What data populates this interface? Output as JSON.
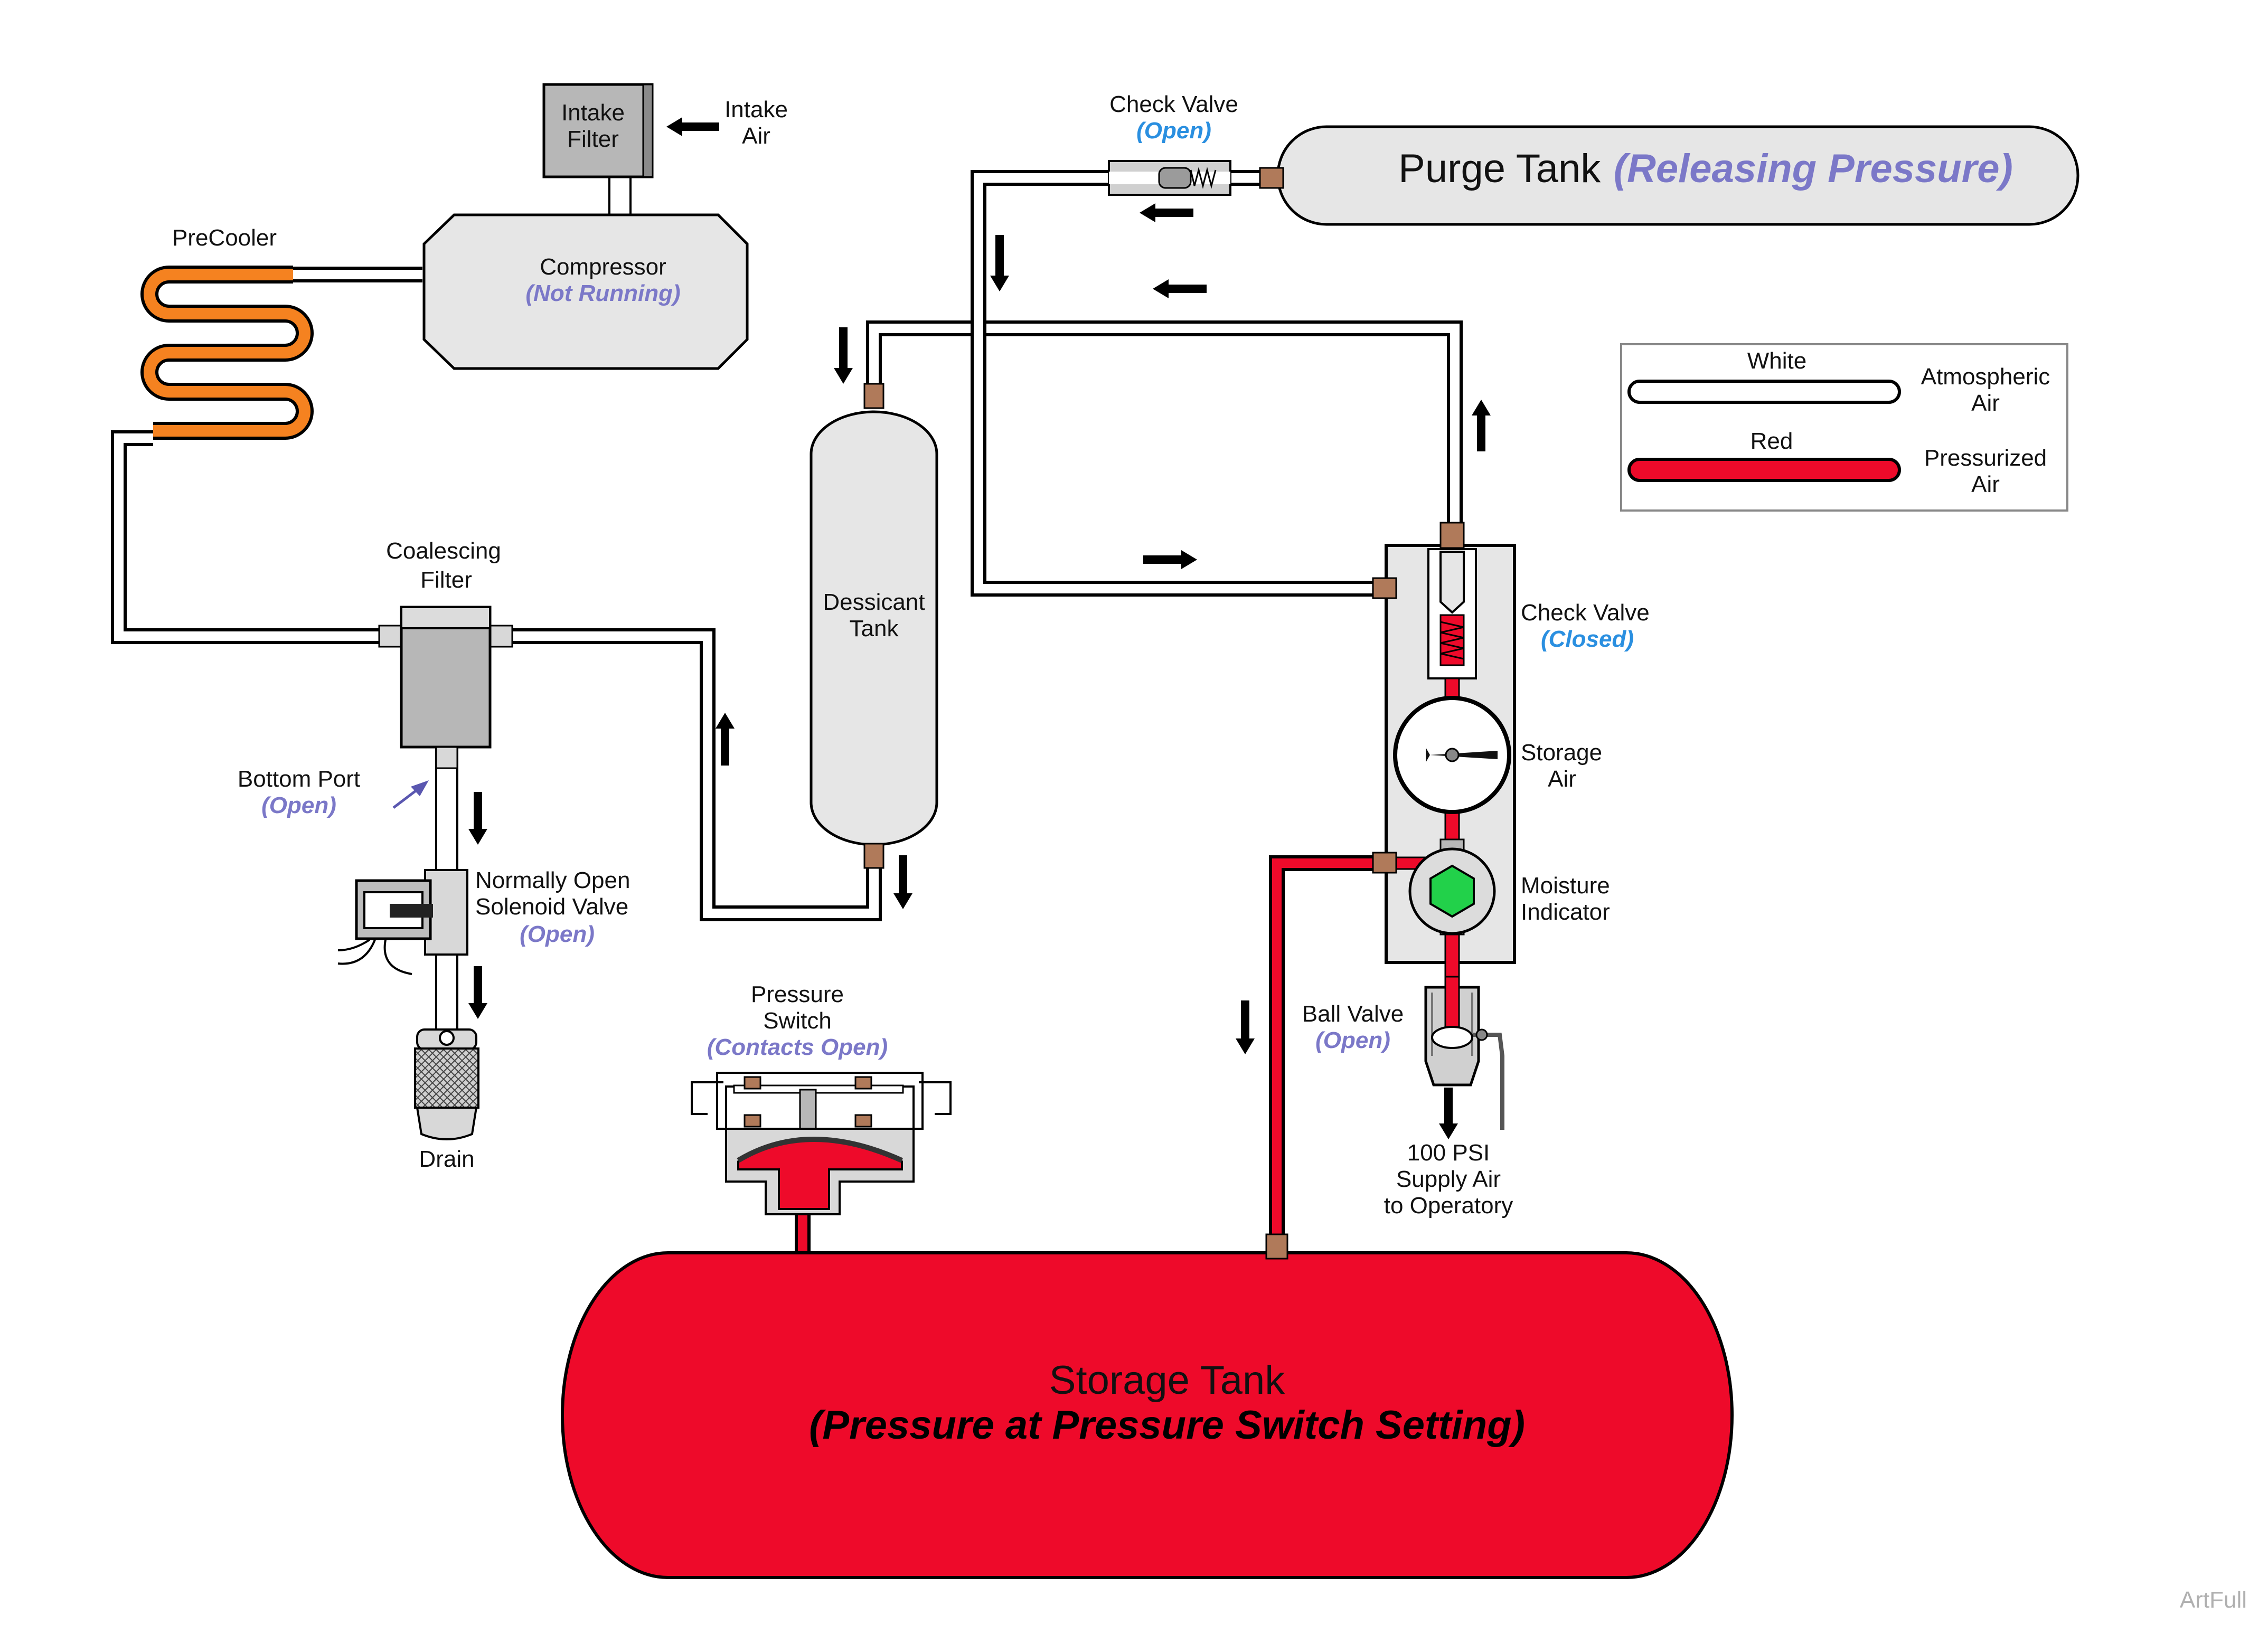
{
  "labels": {
    "intake_filter": [
      "Intake",
      "Filter"
    ],
    "intake_air": [
      "Intake",
      "Air"
    ],
    "compressor": "Compressor",
    "compressor_state": "(Not Running)",
    "precooler": "PreCooler",
    "check_valve_top": "Check Valve",
    "check_valve_top_state": "(Open)",
    "purge_tank": "Purge Tank",
    "purge_tank_state": "(Releasing Pressure)",
    "coalescing_filter": [
      "Coalescing",
      "Filter"
    ],
    "dessicant_tank": [
      "Dessicant",
      "Tank"
    ],
    "bottom_port": "Bottom Port",
    "bottom_port_state": "(Open)",
    "solenoid_valve": [
      "Normally Open",
      "Solenoid Valve"
    ],
    "solenoid_valve_state": "(Open)",
    "drain": "Drain",
    "pressure_switch": [
      "Pressure",
      "Switch"
    ],
    "pressure_switch_state": "(Contacts Open)",
    "check_valve_right": "Check Valve",
    "check_valve_right_state": "(Closed)",
    "storage_air": [
      "Storage",
      "Air"
    ],
    "moisture_indicator": [
      "Moisture",
      "Indicator"
    ],
    "ball_valve": "Ball Valve",
    "ball_valve_state": "(Open)",
    "supply_air": [
      "100 PSI",
      "Supply Air",
      "to Operatory"
    ],
    "storage_tank": "Storage Tank",
    "storage_tank_state": "(Pressure at Pressure Switch Setting)",
    "watermark": "ArtFull"
  },
  "legend": {
    "white_label": "White",
    "white_desc": [
      "Atmospheric",
      "Air"
    ],
    "red_label": "Red",
    "red_desc": [
      "Pressurized",
      "Air"
    ]
  },
  "colors": {
    "pressurized": "#ee0a2a",
    "atmospheric": "#ffffff",
    "state_purple": "#7b78c8",
    "state_blue": "#2a8fe0",
    "precooler_orange": "#f58220",
    "moisture_green": "#22d14a",
    "component_gray": "#e6e6e6"
  }
}
